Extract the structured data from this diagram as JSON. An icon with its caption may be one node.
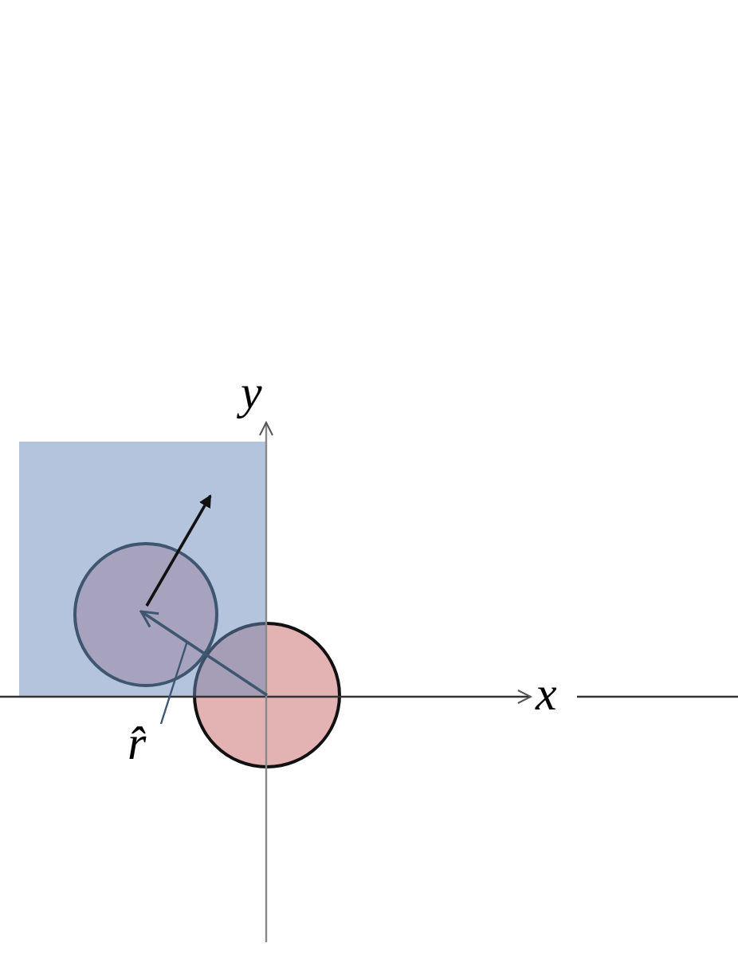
{
  "diagram": {
    "nodes": [
      {
        "text": [],
        "shape": "box"
      },
      {
        "text": [],
        "shape": "circle",
        "in": 0
      },
      {
        "text": [],
        "shape": "circle"
      },
      {
        "text": [
          "r̂"
        ]
      }
    ],
    "edges": [
      {
        "from": 3,
        "to": 1,
        "arrow": "none"
      },
      {
        "from": 2,
        "to": 1,
        "arrow": "to"
      }
    ],
    "labels": [
      "y",
      "x"
    ]
  }
}
